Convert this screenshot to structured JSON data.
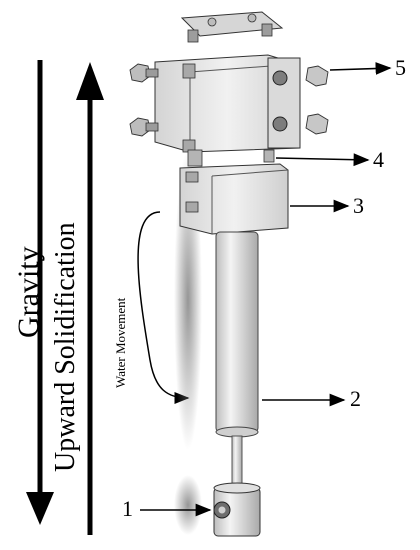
{
  "labels": {
    "gravity": "Gravity",
    "upward": "Upward Solidification",
    "water": "Water Movement"
  },
  "callouts": [
    "1",
    "2",
    "3",
    "4",
    "5"
  ],
  "colors": {
    "metal_light": "#e8e8e8",
    "metal_mid": "#c9c9c9",
    "metal_dark": "#8f8f8f",
    "ink": "#000000",
    "shadow": "#9a9a9a"
  }
}
